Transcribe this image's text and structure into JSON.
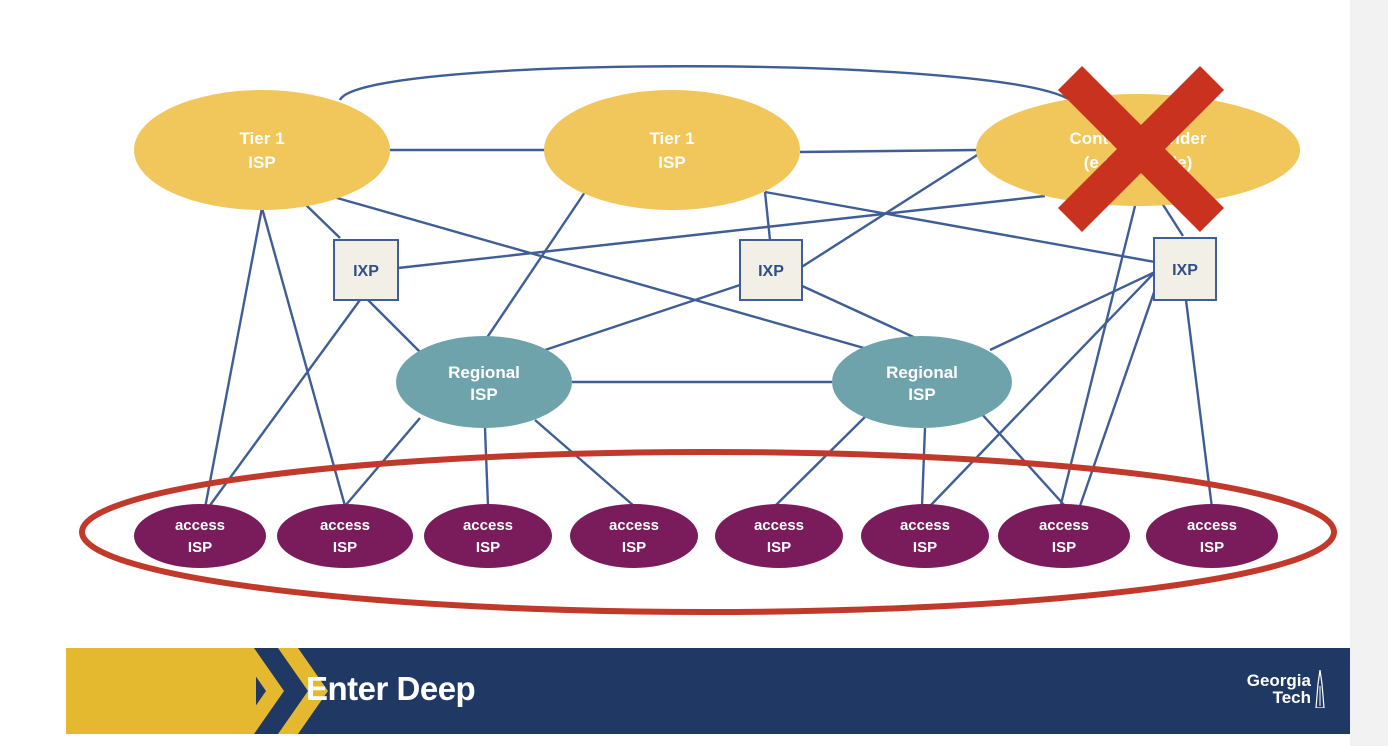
{
  "nodes": {
    "tier1_left": {
      "line1": "Tier 1",
      "line2": "ISP"
    },
    "tier1_mid": {
      "line1": "Tier 1",
      "line2": "ISP"
    },
    "content_provider": {
      "line1": "Content provider",
      "line2": "(e.g., Google)"
    },
    "ixp": [
      "IXP",
      "IXP",
      "IXP"
    ],
    "regional": [
      {
        "line1": "Regional",
        "line2": "ISP"
      },
      {
        "line1": "Regional",
        "line2": "ISP"
      }
    ],
    "access": [
      {
        "line1": "access",
        "line2": "ISP"
      },
      {
        "line1": "access",
        "line2": "ISP"
      },
      {
        "line1": "access",
        "line2": "ISP"
      },
      {
        "line1": "access",
        "line2": "ISP"
      },
      {
        "line1": "access",
        "line2": "ISP"
      },
      {
        "line1": "access",
        "line2": "ISP"
      },
      {
        "line1": "access",
        "line2": "ISP"
      },
      {
        "line1": "access",
        "line2": "ISP"
      }
    ]
  },
  "annotations": {
    "crossed_out": "content_provider",
    "highlighted_group": "access ISPs"
  },
  "colors": {
    "tier1": "#f1c75b",
    "regional": "#6fa3ac",
    "access": "#7a1b5c",
    "ixp_fill": "#f1efe6",
    "link": "#3f5e96",
    "highlight": "#c0392b",
    "footer_bg": "#1f3864",
    "footer_gold": "#e4b82f"
  },
  "footer": {
    "title": "Enter Deep",
    "logo_line1": "Georgia",
    "logo_line2": "Tech"
  }
}
